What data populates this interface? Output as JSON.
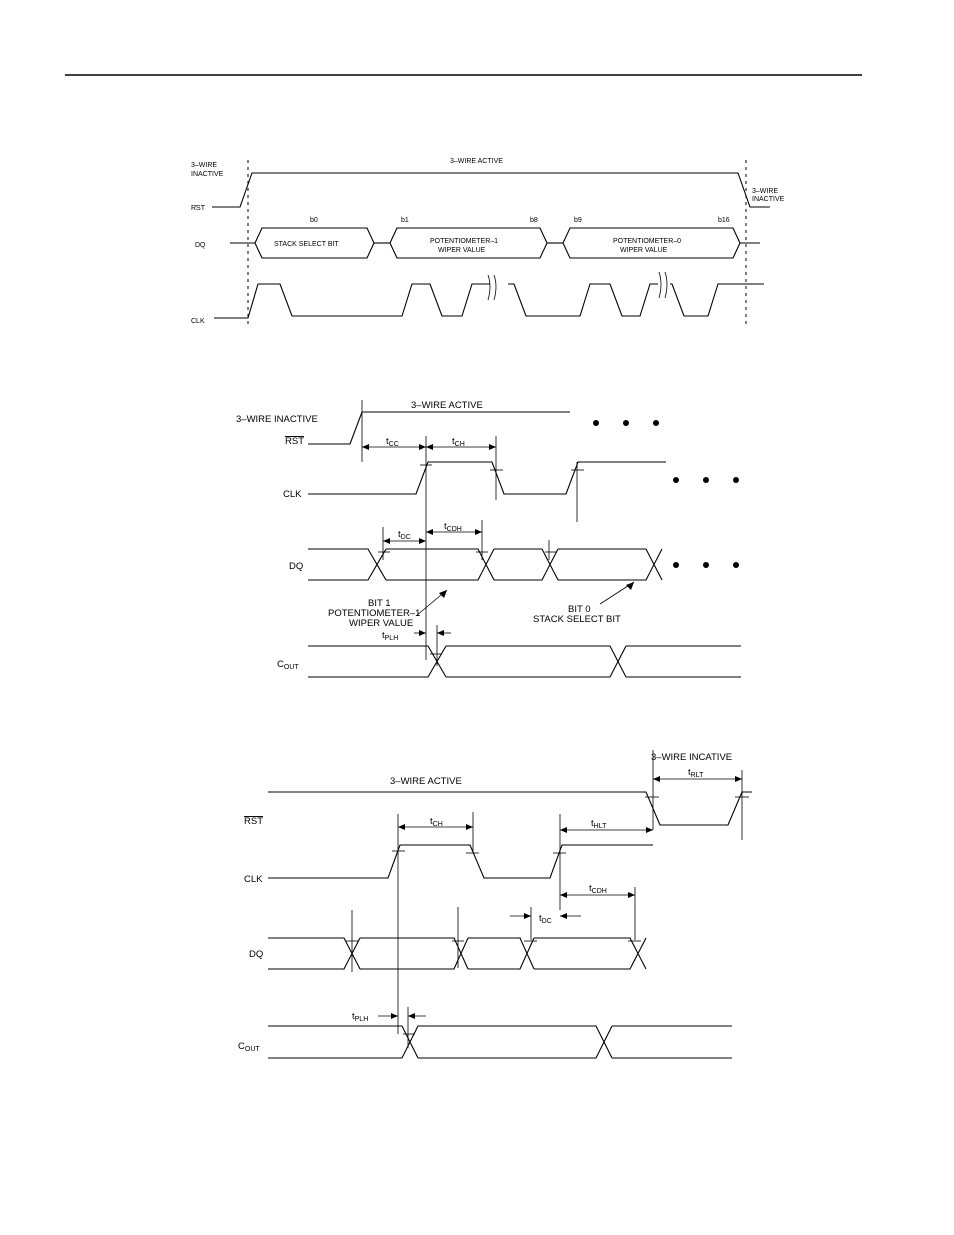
{
  "diagram1": {
    "rst_inactive": "3–WIRE INACTIVE",
    "rst_inactive_l1": "3–WIRE",
    "rst_inactive_l2": "INACTIVE",
    "active": "3–WIRE ACTIVE",
    "end_inactive_l1": "3–WIRE",
    "end_inactive_l2": "INACTIVE",
    "rst": "RST",
    "dq": "DQ",
    "clk": "CLK",
    "b0": "b0",
    "b1": "b1",
    "b8": "b8",
    "b9": "b9",
    "b16": "b16",
    "stack_select": "STACK SELECT BIT",
    "pot1_l1": "POTENTIOMETER–1",
    "pot1_l2": "WIPER VALUE",
    "pot0_l1": "POTENTIOMETER–0",
    "pot0_l2": "WIPER VALUE"
  },
  "diagram2": {
    "inactive": "3–WIRE INACTIVE",
    "active": "3–WIRE ACTIVE",
    "rst": "RST",
    "clk": "CLK",
    "dq": "DQ",
    "cout": "C",
    "cout_sub": "OUT",
    "tcc": "t",
    "tcc_sub": "CC",
    "tch": "t",
    "tch_sub": "CH",
    "tdc": "t",
    "tdc_sub": "DC",
    "tcdh": "t",
    "tcdh_sub": "CDH",
    "tplh": "t",
    "tplh_sub": "PLH",
    "bit1_l1": "BIT 1",
    "bit1_l2": "POTENTIOMETER–1",
    "bit1_l3": "WIPER VALUE",
    "bit0_l1": "BIT 0",
    "bit0_l2": "STACK SELECT BIT"
  },
  "diagram3": {
    "active": "3–WIRE ACTIVE",
    "inactive": "3–WIRE INCATIVE",
    "rst": "RST",
    "clk": "CLK",
    "dq": "DQ",
    "cout": "C",
    "cout_sub": "OUT",
    "tch": "t",
    "tch_sub": "CH",
    "thlt": "t",
    "thlt_sub": "HLT",
    "trlt": "t",
    "trlt_sub": "RLT",
    "tcdh": "t",
    "tcdh_sub": "CDH",
    "tdc": "t",
    "tdc_sub": "DC",
    "tplh": "t",
    "tplh_sub": "PLH"
  }
}
